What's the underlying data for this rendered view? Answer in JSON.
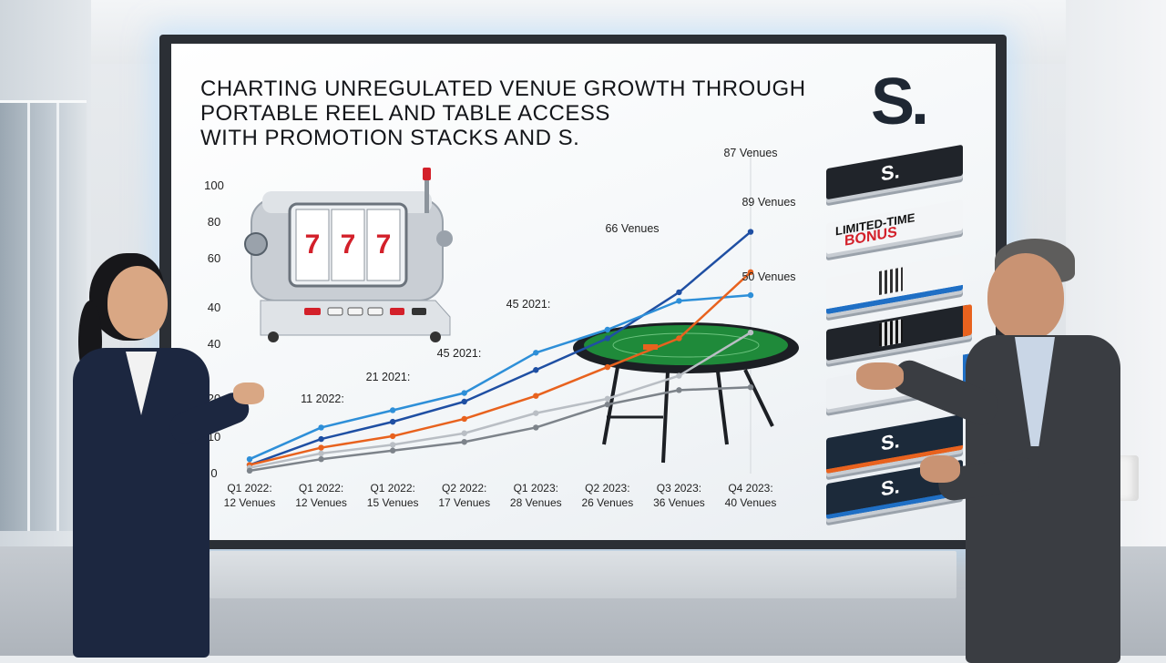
{
  "title_lines": [
    "CHARTING UNREGULATED VENUE GROWTH THROUGH",
    "PORTABLE REEL AND TABLE ACCESS",
    "WITH PROMOTION STACKS AND S."
  ],
  "logo_text": "S.",
  "cards": {
    "s_label": "S.",
    "limited_label": "LIMITED-TIME",
    "bonus_label": "BONUS"
  },
  "slot_reel_symbols": [
    "7",
    "7",
    "7"
  ],
  "colors": {
    "line_dark_blue": "#1f4fa3",
    "line_light_blue": "#2e8fd8",
    "line_orange": "#e8621e",
    "line_light_gray": "#b9bec4",
    "line_dark_gray": "#7d838a",
    "felt_green": "#1f8a3a"
  },
  "chart_data": {
    "type": "line",
    "ylim": [
      0,
      100
    ],
    "y_ticks": [
      "0",
      "10",
      "20",
      "40",
      "40",
      "60",
      "80",
      "100"
    ],
    "x_ticks": [
      [
        "Q1 2022:",
        "12 Venues"
      ],
      [
        "Q1 2022:",
        "12 Venues"
      ],
      [
        "Q1 2022:",
        "15 Venues"
      ],
      [
        "Q2 2022:",
        "17 Venues"
      ],
      [
        "Q1 2023:",
        "28 Venues"
      ],
      [
        "Q2 2023:",
        "26 Venues"
      ],
      [
        "Q3 2023:",
        "36 Venues"
      ],
      [
        "Q4 2023:",
        "40 Venues"
      ]
    ],
    "annotations": [
      "11 2022:",
      "21 2021:",
      "45 2021:",
      "45 2021:",
      "66 Venues",
      "87 Venues",
      "89 Venues",
      "50 Venues"
    ],
    "series": [
      {
        "color": "#1f4fa3",
        "values": [
          3,
          12,
          18,
          25,
          36,
          47,
          63,
          84
        ]
      },
      {
        "color": "#2e8fd8",
        "values": [
          5,
          16,
          22,
          28,
          42,
          50,
          60,
          62
        ]
      },
      {
        "color": "#e8621e",
        "values": [
          3,
          9,
          13,
          19,
          27,
          37,
          47,
          70
        ]
      },
      {
        "color": "#b9bec4",
        "values": [
          2,
          7,
          10,
          14,
          21,
          26,
          34,
          49
        ]
      },
      {
        "color": "#7d838a",
        "values": [
          1,
          5,
          8,
          11,
          16,
          24,
          29,
          30
        ]
      }
    ]
  }
}
